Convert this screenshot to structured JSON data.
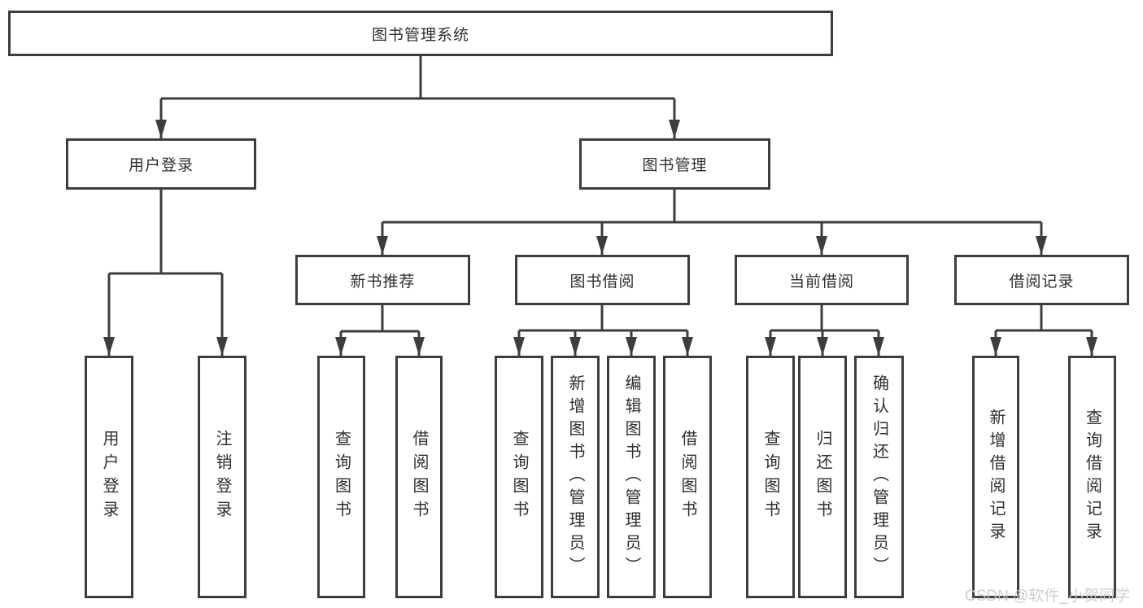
{
  "colors": {
    "line": "#3d3d3d",
    "box_border": "#3d3d3d",
    "text": "#2f2f2f",
    "background": "#ffffff",
    "watermark": "#cbcbcb"
  },
  "watermark": {
    "text": "CSDN @软件_小贺同学"
  },
  "tree": {
    "root": "图书管理系统",
    "branches": [
      {
        "label": "用户登录",
        "children": [
          {
            "label": "用户登录"
          },
          {
            "label": "注销登录"
          }
        ]
      },
      {
        "label": "图书管理",
        "groups": [
          {
            "label": "新书推荐",
            "children": [
              {
                "label": "查询图书"
              },
              {
                "label": "借阅图书"
              }
            ]
          },
          {
            "label": "图书借阅",
            "children": [
              {
                "label": "查询图书"
              },
              {
                "label": "新增图书（管理员）"
              },
              {
                "label": "编辑图书（管理员）"
              },
              {
                "label": "借阅图书"
              }
            ]
          },
          {
            "label": "当前借阅",
            "children": [
              {
                "label": "查询图书"
              },
              {
                "label": "归还图书"
              },
              {
                "label": "确认归还（管理员）"
              }
            ]
          },
          {
            "label": "借阅记录",
            "children": [
              {
                "label": "新增借阅记录"
              },
              {
                "label": "查询借阅记录"
              }
            ]
          }
        ]
      }
    ]
  }
}
